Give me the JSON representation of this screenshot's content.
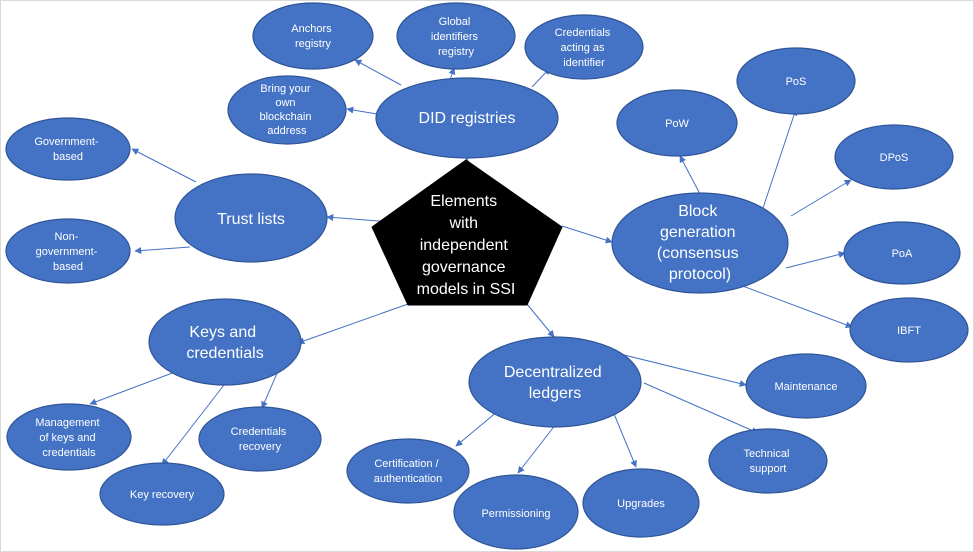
{
  "center": {
    "lines": [
      "Elements",
      "with",
      "independent",
      "governance",
      "models in SSI"
    ]
  },
  "groups": {
    "did_registries": {
      "label": [
        "DID registries"
      ],
      "children": [
        {
          "key": "anchors",
          "lines": [
            "Anchors",
            "registry"
          ]
        },
        {
          "key": "global",
          "lines": [
            "Global",
            "identifiers",
            "registry"
          ]
        },
        {
          "key": "credentials_identifier",
          "lines": [
            "Credentials",
            "acting as",
            "identifier"
          ]
        },
        {
          "key": "byo_blockchain",
          "lines": [
            "Bring your",
            "own",
            "blockchain",
            "address"
          ]
        }
      ]
    },
    "trust_lists": {
      "label": [
        "Trust lists"
      ],
      "children": [
        {
          "key": "government",
          "lines": [
            "Government-",
            "based"
          ]
        },
        {
          "key": "non_government",
          "lines": [
            "Non-",
            "government-",
            "based"
          ]
        }
      ]
    },
    "block_generation": {
      "label": [
        "Block",
        "generation",
        "(consensus",
        "protocol)"
      ],
      "children": [
        {
          "key": "pow",
          "lines": [
            "PoW"
          ]
        },
        {
          "key": "pos",
          "lines": [
            "PoS"
          ]
        },
        {
          "key": "dpos",
          "lines": [
            "DPoS"
          ]
        },
        {
          "key": "poa",
          "lines": [
            "PoA"
          ]
        },
        {
          "key": "ibft",
          "lines": [
            "IBFT"
          ]
        }
      ]
    },
    "keys_credentials": {
      "label": [
        "Keys and",
        "credentials"
      ],
      "children": [
        {
          "key": "management",
          "lines": [
            "Management",
            "of keys and",
            "credentials"
          ]
        },
        {
          "key": "key_recovery",
          "lines": [
            "Key recovery"
          ]
        },
        {
          "key": "credentials_recovery",
          "lines": [
            "Credentials",
            "recovery"
          ]
        }
      ]
    },
    "decentralized_ledgers": {
      "label": [
        "Decentralized",
        "ledgers"
      ],
      "children": [
        {
          "key": "certification",
          "lines": [
            "Certification /",
            "authentication"
          ]
        },
        {
          "key": "permissioning",
          "lines": [
            "Permissioning"
          ]
        },
        {
          "key": "upgrades",
          "lines": [
            "Upgrades"
          ]
        },
        {
          "key": "technical_support",
          "lines": [
            "Technical",
            "support"
          ]
        },
        {
          "key": "maintenance",
          "lines": [
            "Maintenance"
          ]
        }
      ]
    }
  },
  "colors": {
    "node_fill": "#4472c4",
    "node_stroke": "#2f5597",
    "center_fill": "#000000",
    "text": "#ffffff"
  }
}
